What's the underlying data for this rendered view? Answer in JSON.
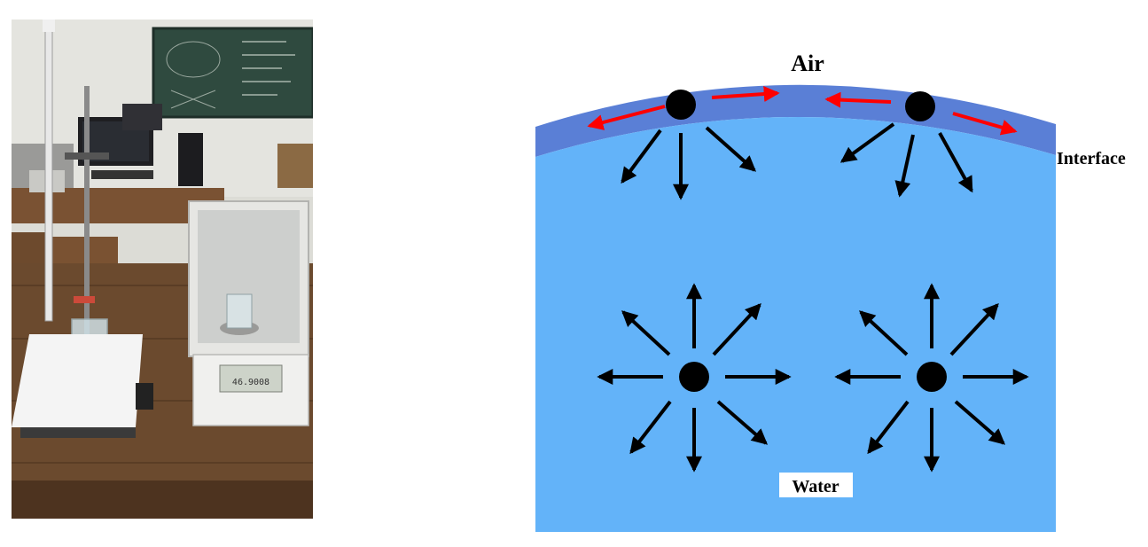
{
  "labels": {
    "air": "Air",
    "interface": "Interface",
    "water": "Water"
  },
  "colors": {
    "water": "#63b3f9",
    "interface_layer": "#5a7fd6",
    "molecule": "#000000",
    "surface_force": "#ff0000",
    "bulk_force": "#000000"
  },
  "photo": {
    "subject": "surface tension lab setup: retort stand with burette over beaker, analytical balance with draft shield",
    "balance_display": "46.9008"
  }
}
